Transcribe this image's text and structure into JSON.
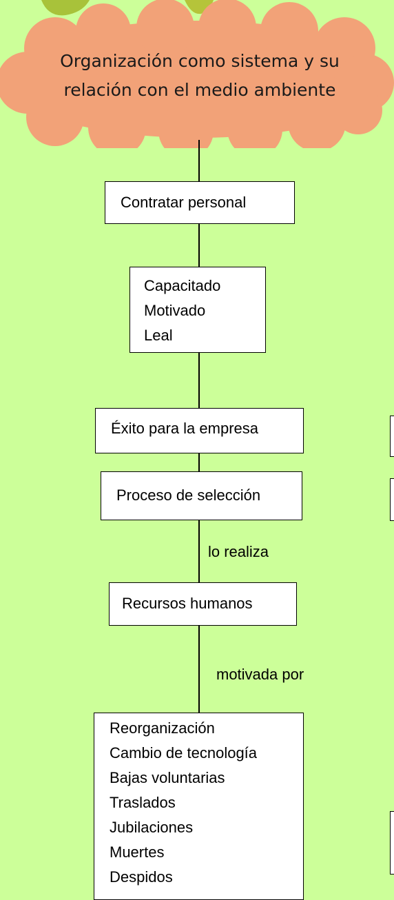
{
  "title_cloud": {
    "line1": "Organización como sistema y su",
    "line2": "relación con el medio ambiente"
  },
  "flow": {
    "contratar": "Contratar personal",
    "cualidades": [
      "Capacitado",
      "Motivado",
      "Leal"
    ],
    "exito": "Éxito para la empresa",
    "proceso": "Proceso de selección",
    "lo_realiza": "lo realiza",
    "recursos": "Recursos humanos",
    "motivada_por": "motivada por",
    "causas": [
      "Reorganización",
      "Cambio de tecnología",
      "Bajas voluntarias",
      "Traslados",
      "Jubilaciones",
      "Muertes",
      "Despidos"
    ]
  },
  "colors": {
    "background": "#ccff99",
    "cloud": "#f2a278",
    "leaf": "#a8c23a"
  }
}
